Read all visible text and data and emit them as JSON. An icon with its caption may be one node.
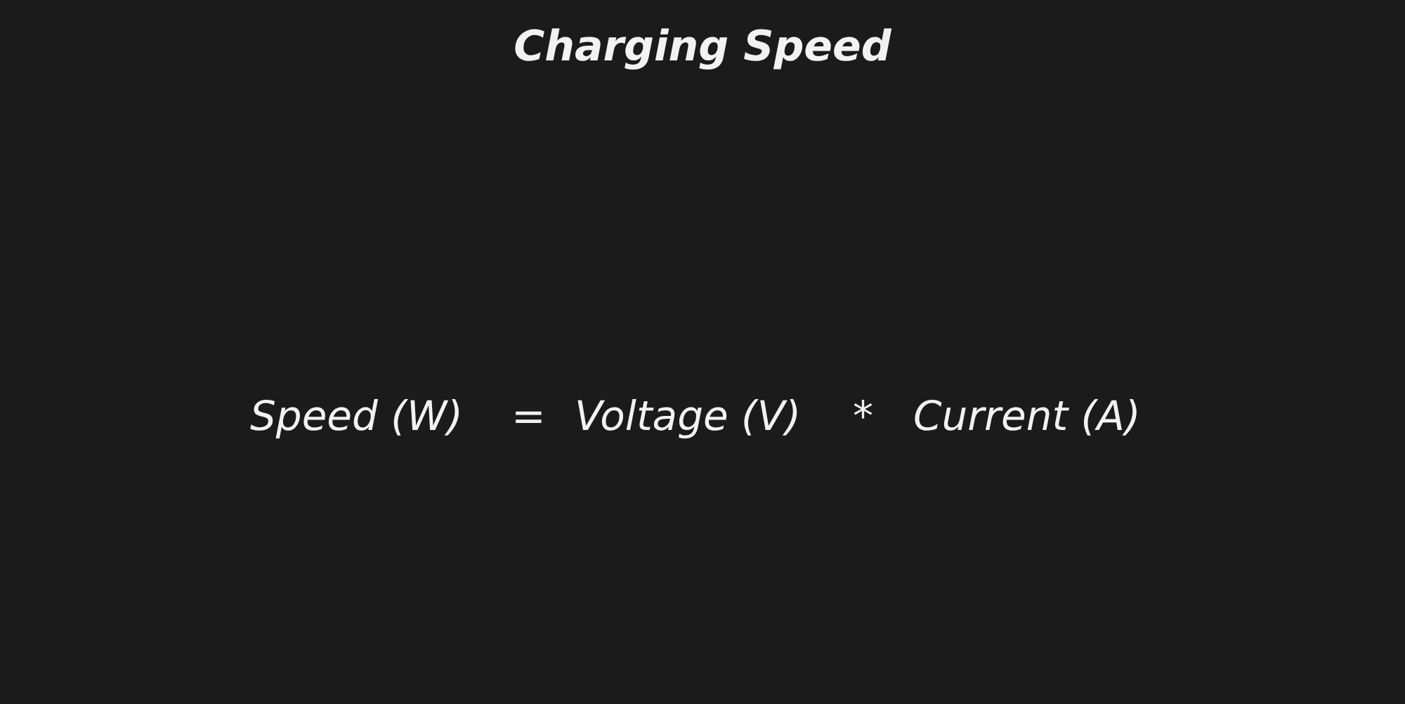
{
  "diagram": {
    "title": "Charging Speed",
    "labels": [
      "Speed (W)",
      "=",
      "Voltage (V)",
      "*",
      "Current (A)"
    ]
  }
}
